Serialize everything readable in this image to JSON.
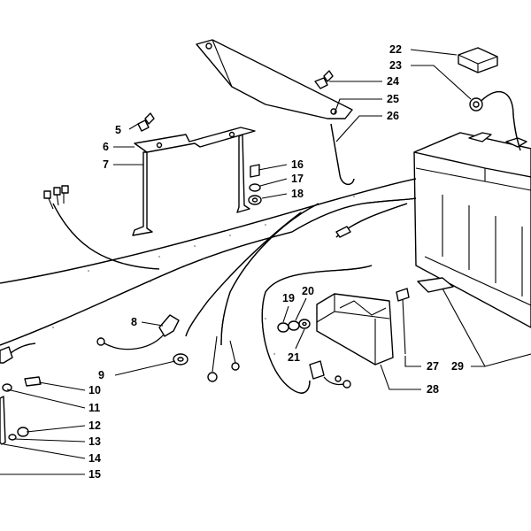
{
  "diagram": {
    "labels": [
      {
        "id": "5",
        "text": "5"
      },
      {
        "id": "6",
        "text": "6"
      },
      {
        "id": "7",
        "text": "7"
      },
      {
        "id": "8",
        "text": "8"
      },
      {
        "id": "9",
        "text": "9"
      },
      {
        "id": "10",
        "text": "10"
      },
      {
        "id": "11",
        "text": "11"
      },
      {
        "id": "12",
        "text": "12"
      },
      {
        "id": "13",
        "text": "13"
      },
      {
        "id": "14",
        "text": "14"
      },
      {
        "id": "15",
        "text": "15"
      },
      {
        "id": "16",
        "text": "16"
      },
      {
        "id": "17",
        "text": "17"
      },
      {
        "id": "18",
        "text": "18"
      },
      {
        "id": "19",
        "text": "19"
      },
      {
        "id": "20",
        "text": "20"
      },
      {
        "id": "21",
        "text": "21"
      },
      {
        "id": "22",
        "text": "22"
      },
      {
        "id": "23",
        "text": "23"
      },
      {
        "id": "24",
        "text": "24"
      },
      {
        "id": "25",
        "text": "25"
      },
      {
        "id": "26",
        "text": "26"
      },
      {
        "id": "27",
        "text": "27"
      },
      {
        "id": "28",
        "text": "28"
      },
      {
        "id": "29",
        "text": "29"
      }
    ]
  }
}
